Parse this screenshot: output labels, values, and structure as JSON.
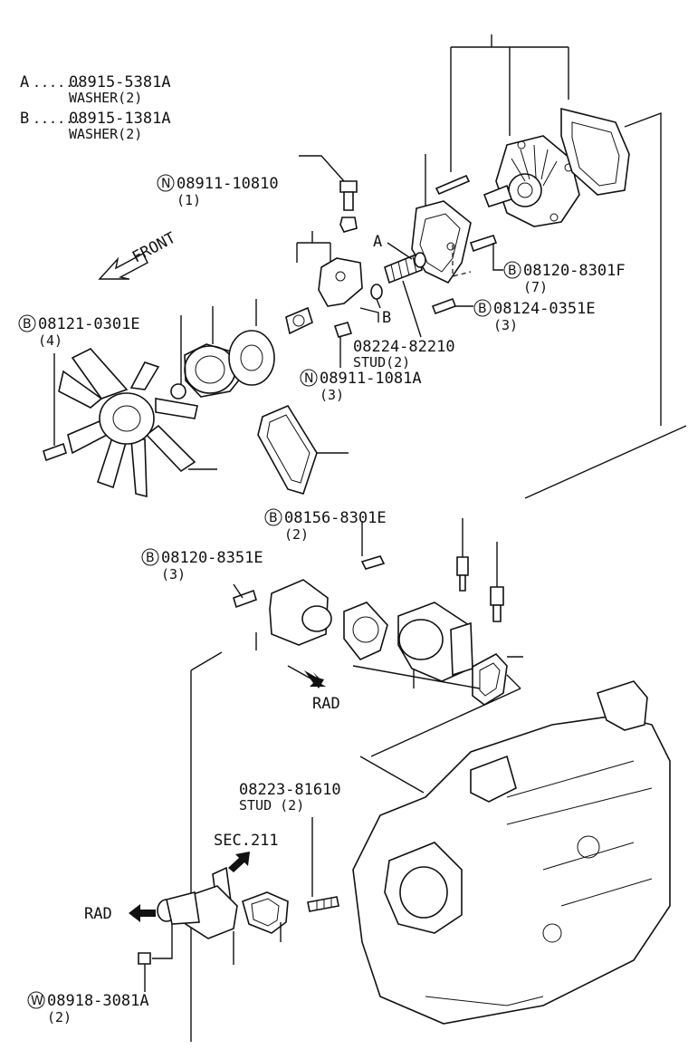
{
  "legend": [
    {
      "key": "A",
      "dots": "......",
      "part": "08915-5381A",
      "desc": "WASHER(2)"
    },
    {
      "key": "B",
      "dots": "......",
      "part": "08915-1381A",
      "desc": "WASHER(2)"
    }
  ],
  "direction": {
    "front": "FRONT",
    "rad_top": "RAD",
    "rad_bottom": "RAD",
    "sec": "SEC.211"
  },
  "callouts": {
    "n_08911_10810": {
      "prefix": "N",
      "part": "08911-10810",
      "qty": "(1)"
    },
    "b_08121_0301e": {
      "prefix": "B",
      "part": "08121-0301E",
      "qty": "(4)"
    },
    "b_08120_8301f": {
      "prefix": "B",
      "part": "08120-8301F",
      "qty": "(7)"
    },
    "b_08124_0351e": {
      "prefix": "B",
      "part": "08124-0351E",
      "qty": "(3)"
    },
    "stud_08224": {
      "part": "08224-82210",
      "desc": "STUD(2)"
    },
    "n_08911_1081a": {
      "prefix": "N",
      "part": "08911-1081A",
      "qty": "(3)"
    },
    "b_08156_8301e": {
      "prefix": "B",
      "part": "08156-8301E",
      "qty": "(2)"
    },
    "b_08120_8351e": {
      "prefix": "B",
      "part": "08120-8351E",
      "qty": "(3)"
    },
    "stud_08223": {
      "part": "08223-81610",
      "desc": "STUD (2)"
    },
    "w_08918_3081a": {
      "prefix": "W",
      "part": "08918-3081A",
      "qty": "(2)"
    }
  },
  "markers": {
    "a": "A",
    "b": "B"
  }
}
